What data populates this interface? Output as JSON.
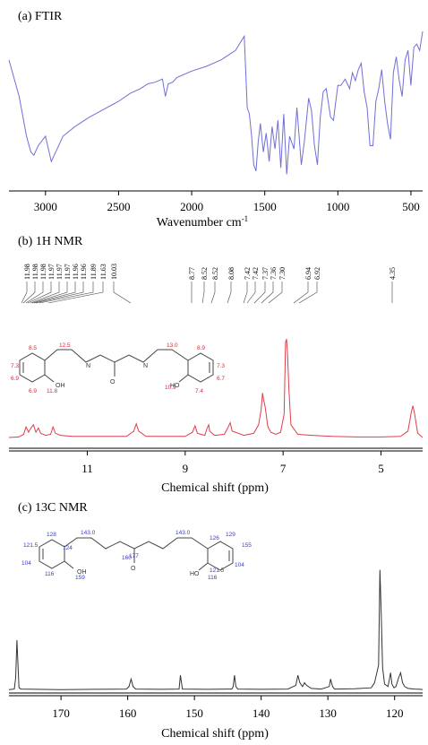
{
  "chart_data": [
    {
      "type": "line",
      "title": "(a) FTIR",
      "xlabel": "Wavenumber cm",
      "xlabel_sup": "-1",
      "xlim": [
        3250,
        420
      ],
      "xticks": [
        3000,
        2500,
        2000,
        1500,
        1000,
        500
      ],
      "ylim": [
        0,
        100
      ],
      "line_color": "#6f6fd8",
      "series": [
        {
          "x": [
            3250,
            3180,
            3130,
            3100,
            3080,
            3050,
            3000,
            2960,
            2930,
            2880,
            2800,
            2700,
            2600,
            2500,
            2420,
            2350,
            2300,
            2250,
            2200,
            2180,
            2160,
            2130,
            2100,
            2000,
            1900,
            1800,
            1700,
            1640,
            1620,
            1605,
            1590,
            1575,
            1560,
            1545,
            1530,
            1510,
            1490,
            1470,
            1450,
            1430,
            1410,
            1390,
            1370,
            1350,
            1330,
            1300,
            1280,
            1250,
            1230,
            1200,
            1180,
            1160,
            1140,
            1120,
            1100,
            1080,
            1050,
            1030,
            1000,
            980,
            950,
            920,
            900,
            880,
            860,
            840,
            820,
            800,
            780,
            760,
            740,
            720,
            700,
            680,
            660,
            640,
            620,
            600,
            580,
            560,
            540,
            520,
            500,
            480,
            460,
            440,
            420
          ],
          "y": [
            78,
            55,
            30,
            20,
            18,
            24,
            30,
            14,
            20,
            30,
            36,
            42,
            47,
            52,
            57,
            60,
            63,
            64,
            66,
            55,
            63,
            64,
            67,
            71,
            74,
            78,
            84,
            93,
            48,
            44,
            30,
            12,
            8,
            26,
            38,
            20,
            32,
            14,
            36,
            22,
            40,
            10,
            44,
            6,
            30,
            22,
            48,
            12,
            26,
            54,
            46,
            24,
            12,
            42,
            58,
            60,
            42,
            40,
            62,
            62,
            66,
            60,
            70,
            65,
            72,
            76,
            58,
            48,
            24,
            24,
            52,
            60,
            72,
            52,
            38,
            28,
            70,
            80,
            65,
            55,
            78,
            84,
            62,
            86,
            88,
            84,
            96
          ]
        }
      ]
    },
    {
      "type": "line",
      "title": "(b) 1H NMR",
      "xlabel": "Chemical shift (ppm)",
      "xlim": [
        12.6,
        4.15
      ],
      "xticks": [
        11,
        9,
        7,
        5
      ],
      "ylim": [
        0,
        100
      ],
      "line_color": "#e03c4a",
      "peak_labels": [
        "11.98",
        "11.98",
        "11.98",
        "11.97",
        "11.97",
        "11.97",
        "11.96",
        "11.96",
        "11.89",
        "11.63",
        "10.03",
        "8.77",
        "8.52",
        "8.52",
        "8.08",
        "7.42",
        "7.42",
        "7.37",
        "7.36",
        "7.30",
        "6.94",
        "6.92",
        "4.35"
      ],
      "structure_labels": [
        "8.5",
        "12.5",
        "7.3",
        "6.9",
        "6.9",
        "11.8",
        "13.0",
        "8.9",
        "7.3",
        "10.9",
        "6.7",
        "7.4"
      ],
      "series": [
        {
          "x": [
            12.6,
            12.4,
            12.3,
            12.25,
            12.2,
            12.15,
            12.1,
            12.05,
            12.0,
            11.95,
            11.85,
            11.75,
            11.7,
            11.65,
            11.55,
            11.3,
            10.2,
            10.05,
            10.0,
            9.95,
            9.8,
            9.0,
            8.85,
            8.8,
            8.75,
            8.6,
            8.55,
            8.52,
            8.5,
            8.4,
            8.2,
            8.12,
            8.08,
            8.04,
            7.8,
            7.6,
            7.5,
            7.45,
            7.42,
            7.4,
            7.37,
            7.34,
            7.32,
            7.3,
            7.25,
            7.15,
            7.05,
            6.98,
            6.95,
            6.93,
            6.91,
            6.88,
            6.84,
            6.7,
            6.4,
            6.0,
            5.5,
            5.0,
            4.6,
            4.45,
            4.38,
            4.35,
            4.32,
            4.25,
            4.15
          ],
          "y": [
            0,
            0.5,
            3,
            10,
            5,
            9,
            12,
            5,
            9,
            4,
            2,
            3,
            10,
            4,
            2,
            1,
            1,
            6,
            13,
            6,
            1,
            1,
            5,
            11,
            4,
            2,
            9,
            12,
            6,
            2,
            3,
            10,
            14,
            6,
            2,
            4,
            12,
            26,
            42,
            36,
            30,
            20,
            12,
            9,
            5,
            3,
            5,
            22,
            90,
            93,
            80,
            45,
            12,
            3,
            2,
            1,
            0.5,
            0.5,
            1,
            6,
            24,
            30,
            24,
            4,
            0
          ]
        }
      ]
    },
    {
      "type": "line",
      "title": "(c) 13C NMR",
      "xlabel": "Chemical shift (ppm)",
      "xlim": [
        177.8,
        115.8
      ],
      "xticks": [
        170,
        160,
        150,
        140,
        130,
        120
      ],
      "ylim": [
        0,
        100
      ],
      "line_color": "#333333",
      "structure_labels": [
        "128",
        "124",
        "121.5",
        "143.0",
        "159",
        "104",
        "116",
        "160",
        "177",
        "143.0",
        "126",
        "129",
        "155",
        "121.5",
        "104",
        "116"
      ],
      "series": [
        {
          "x": [
            177.8,
            177.0,
            176.8,
            176.6,
            176.3,
            176.0,
            170,
            165,
            160.2,
            159.8,
            159.5,
            159.2,
            158.8,
            155,
            152.3,
            152.1,
            151.8,
            148,
            144.4,
            144.2,
            144.0,
            143.8,
            143.5,
            140,
            136,
            134.8,
            134.5,
            134.2,
            133.8,
            133.5,
            133.2,
            132.5,
            131,
            129.8,
            129.6,
            129.3,
            129.0,
            126,
            123.5,
            123.0,
            122.4,
            122.2,
            122.0,
            121.8,
            121.5,
            121.0,
            120.8,
            120.6,
            120.4,
            120.1,
            119.8,
            119.4,
            119.1,
            118.8,
            118.5,
            118.0,
            117.0,
            116.0,
            115.8
          ],
          "y": [
            0.5,
            1,
            10,
            40,
            2,
            1,
            0.5,
            0.8,
            1,
            3,
            9,
            3,
            1,
            0.8,
            1,
            12,
            1,
            0.8,
            1,
            3,
            12,
            3,
            1,
            0.8,
            1,
            4,
            12,
            6,
            3,
            6,
            4,
            1.5,
            1,
            3,
            9,
            3,
            1,
            1.2,
            2,
            6,
            20,
            96,
            60,
            18,
            5,
            3,
            8,
            14,
            5,
            2,
            3,
            10,
            14,
            6,
            3,
            1.5,
            1,
            0.8,
            0.5
          ]
        }
      ]
    }
  ]
}
